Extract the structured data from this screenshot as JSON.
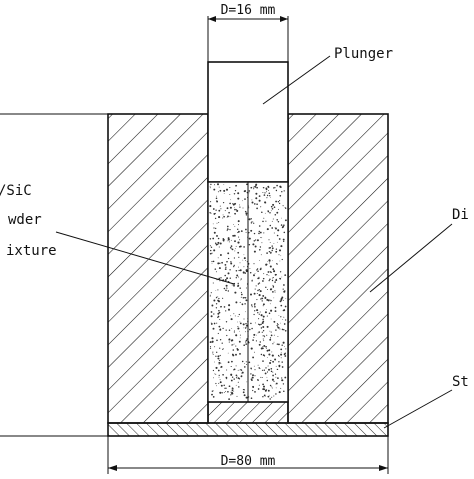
{
  "diagram": {
    "labels": {
      "top_dimension": "D=16 mm",
      "plunger": "Plunger",
      "powder_line1": "/SiC",
      "powder_line2": "wder",
      "powder_line3": "ixture",
      "die": "Di",
      "steel": "St",
      "bottom_dimension": "D=80 mm"
    },
    "colors": {
      "stroke": "#111111",
      "background": "#ffffff",
      "powder_speckle": "#333333"
    }
  }
}
